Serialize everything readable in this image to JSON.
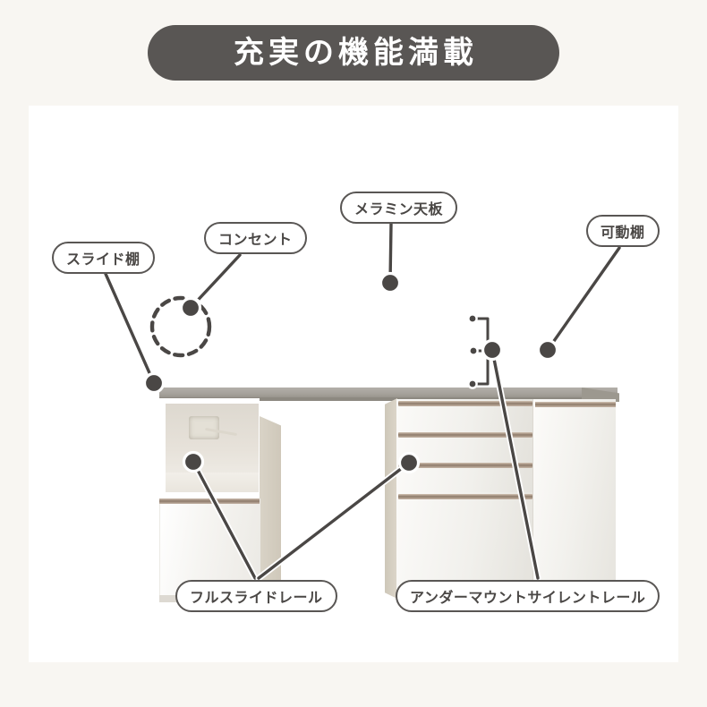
{
  "header": {
    "title": "充実の機能満載",
    "pill_color": "#595654",
    "text_color": "#ffffff"
  },
  "card": {
    "background": "#ffffff"
  },
  "page": {
    "background": "#f8f6f2"
  },
  "product": {
    "name": "キッチンカウンター",
    "counter_color": "#a5a19a",
    "body_color": "#f2f1ed",
    "handle_color": "#8e7b6a",
    "sections": [
      {
        "name": "left-cabinet",
        "parts": [
          "open-shelf",
          "slide-shelf",
          "drawer"
        ]
      },
      {
        "name": "center-knee-space",
        "parts": []
      },
      {
        "name": "right-cabinet",
        "parts": [
          "drawer-1",
          "drawer-2",
          "drawer-3",
          "drawer-4",
          "door"
        ]
      }
    ]
  },
  "callouts": [
    {
      "id": "slide-shelf",
      "label": "スライド棚",
      "target": "left cabinet open shelf lower board"
    },
    {
      "id": "outlet",
      "label": "コンセント",
      "target": "power outlet inside left open shelf"
    },
    {
      "id": "melamine-top",
      "label": "メラミン天板",
      "target": "counter top board"
    },
    {
      "id": "movable-shelf",
      "label": "可動棚",
      "target": "right door cabinet interior"
    },
    {
      "id": "full-slide-rail",
      "label": "フルスライドレール",
      "target": "left cabinet drawer"
    },
    {
      "id": "undermount-silent-rail",
      "label": "アンダーマウントサイレントレール",
      "target": "right cabinet drawers"
    }
  ],
  "markers": {
    "dot_color": "#4a4745",
    "dot_outline": "#ffffff",
    "leader_color": "#4a4745",
    "highlight_circle": "dashed-circle-outlet"
  }
}
